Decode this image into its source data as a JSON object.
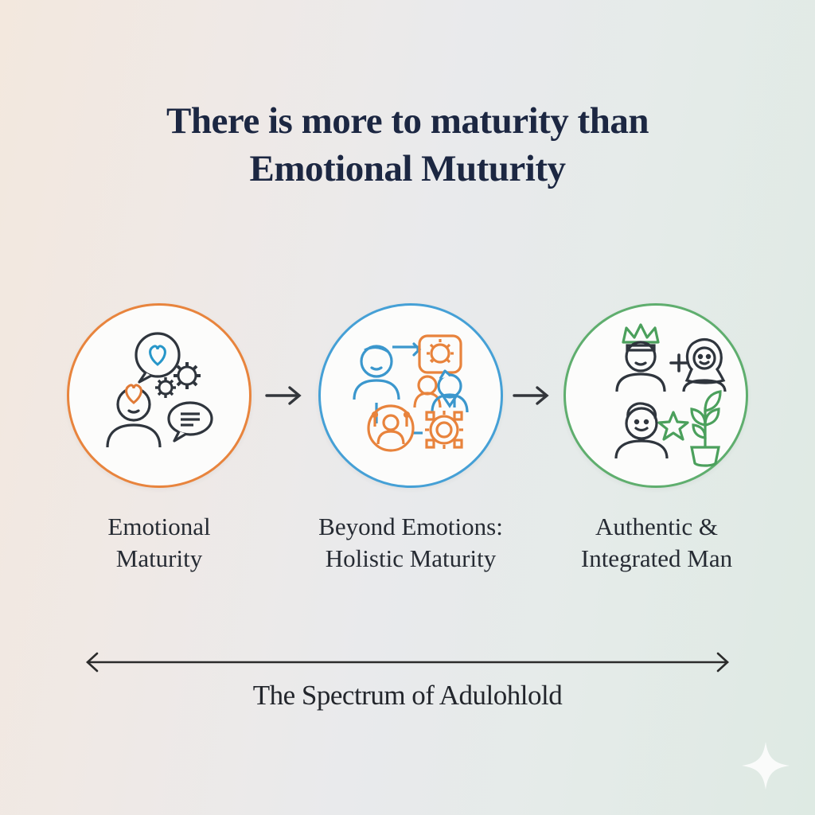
{
  "title": {
    "text": "There is more to maturity than\nEmotional Muturity",
    "color": "#1c2742"
  },
  "stages": [
    {
      "label": "Emotional\nMaturity",
      "circle_color": "#e8843d",
      "icons": [
        "thought-bubble-heart-icon",
        "gears-icon",
        "person-with-heart-icon",
        "speech-bubble-icon"
      ]
    },
    {
      "label": "Beyond Emotions:\nHolistic Maturity",
      "circle_color": "#45a0d6",
      "icons": [
        "person-icon",
        "idea-box-icon",
        "mentor-pair-icon",
        "networked-person-icon",
        "connected-gear-icon"
      ]
    },
    {
      "label": "Authentic &\nIntegrated Man",
      "circle_color": "#5fae6e",
      "icons": [
        "crowned-man-icon",
        "plus-sign-icon",
        "woman-icon",
        "smiling-man-icon",
        "star-icon",
        "potted-plant-icon"
      ]
    }
  ],
  "flow_arrow_symbol": "→",
  "spectrum": {
    "label": "The Spectrum of Adulohlold",
    "arrow_color": "#2b2b2b"
  },
  "decor": {
    "sparkle_color": "#ffffff"
  },
  "background": {
    "left": "#f3e8de",
    "middle": "#e8eaec",
    "right": "#deeae3"
  }
}
